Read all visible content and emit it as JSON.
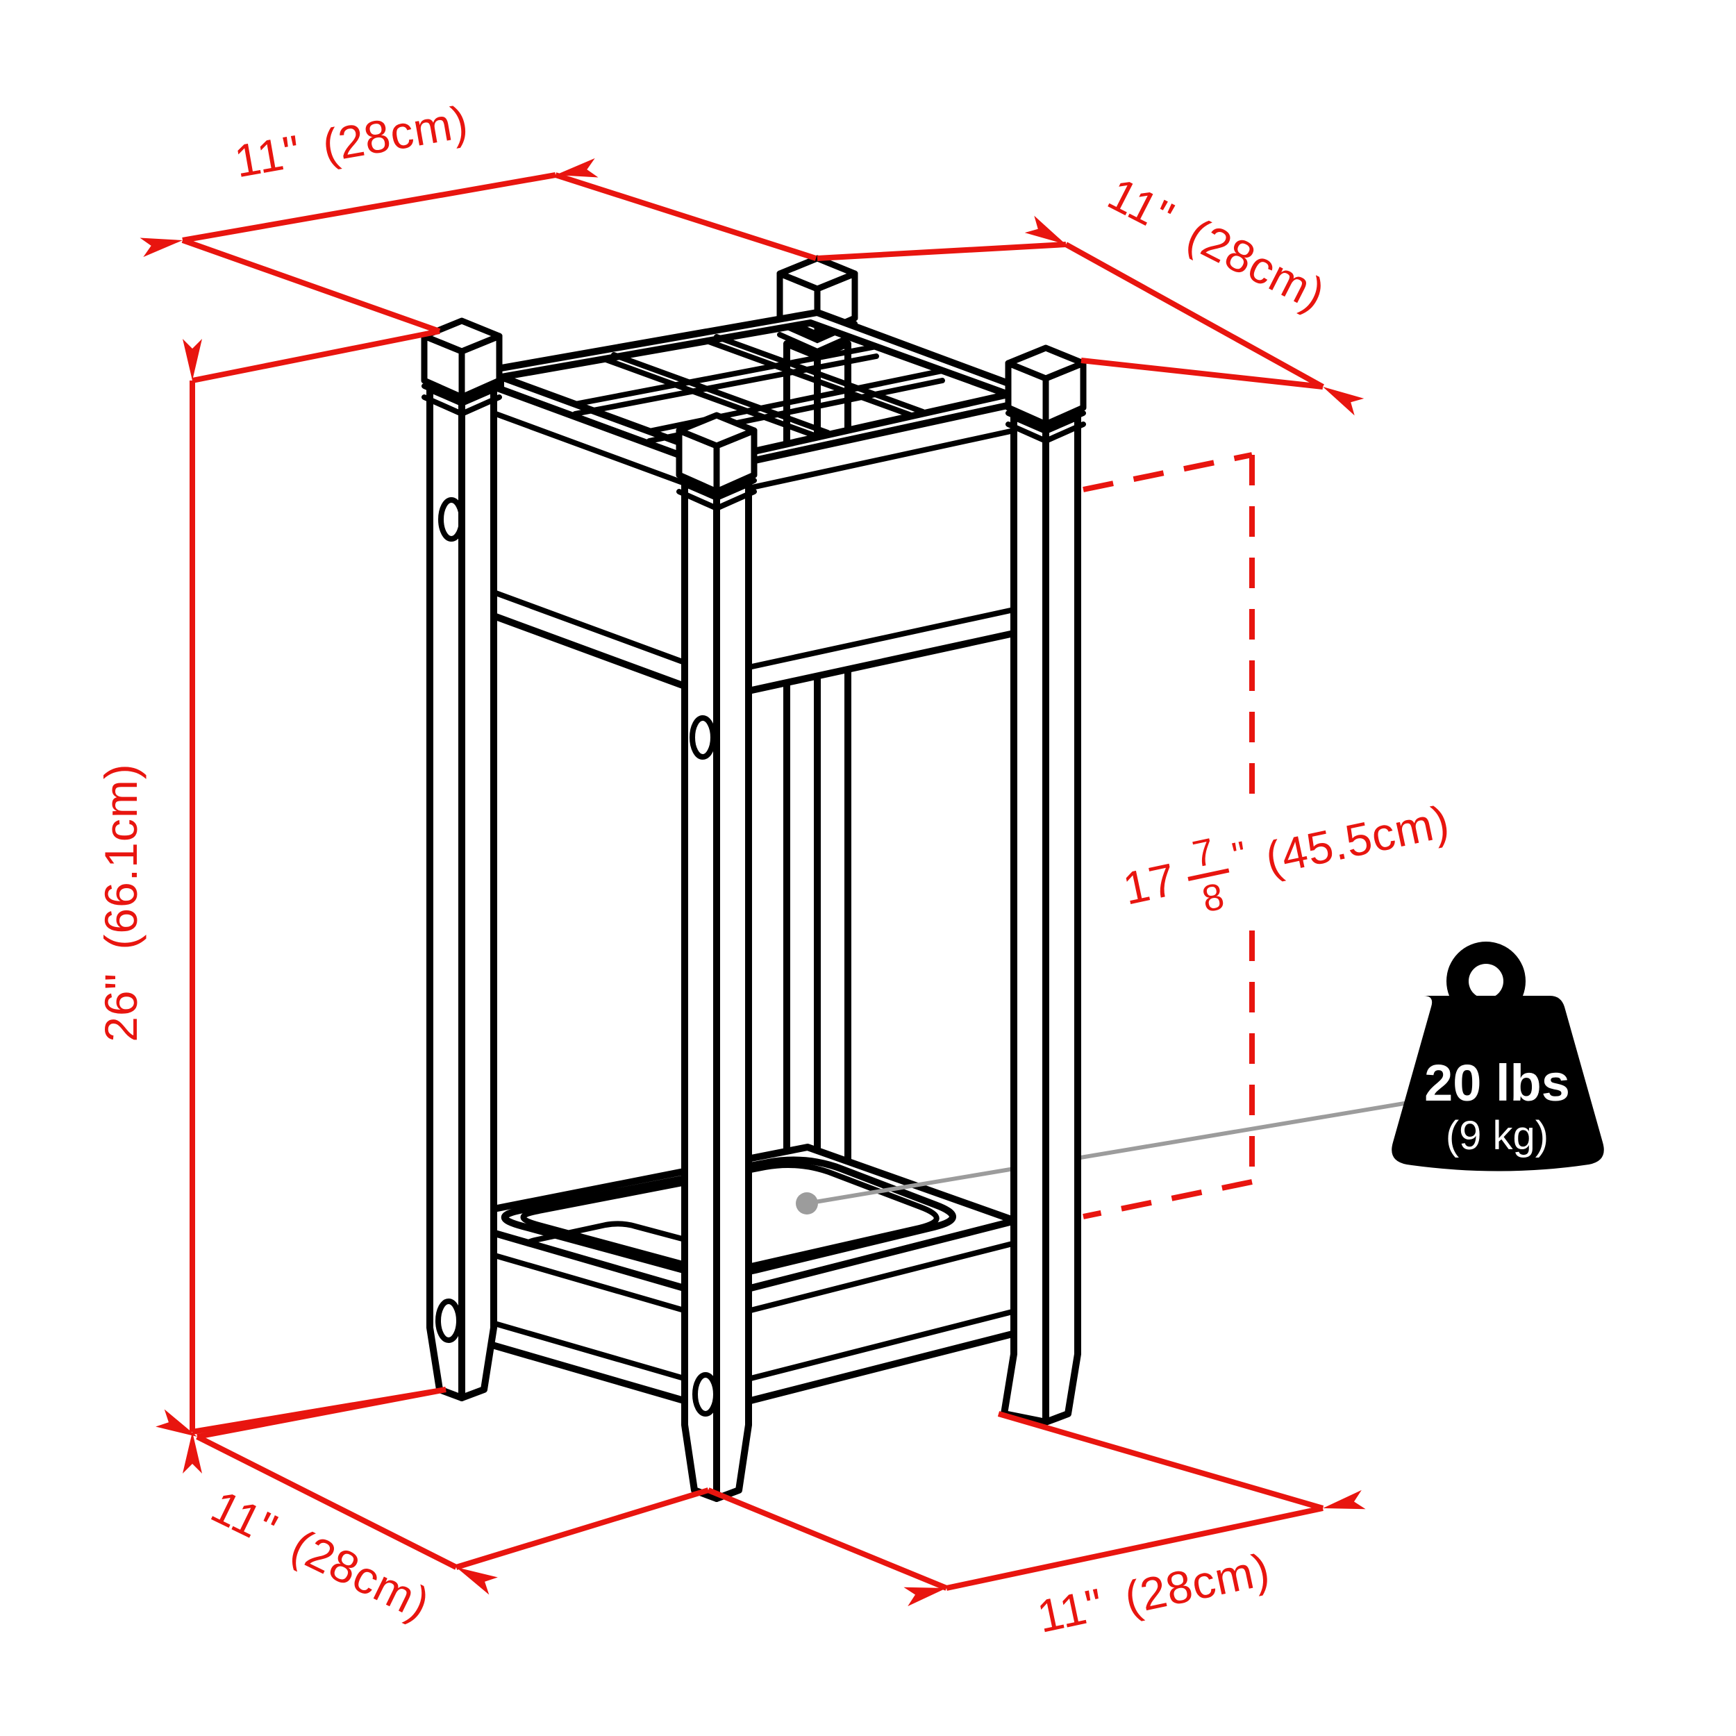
{
  "dims": {
    "top_left": {
      "label": "11\" (28cm)"
    },
    "top_right": {
      "label": "11\" (28cm)"
    },
    "height": {
      "label": "26\" (66.1cm)"
    },
    "bottom_left": {
      "label": "11\" (28cm)"
    },
    "bottom_right": {
      "label": "11\" (28cm)"
    },
    "inner_height": {
      "whole": "17",
      "numerator": "7",
      "denominator": "8",
      "unit": "\"",
      "metric": "(45.5cm)"
    }
  },
  "weight_badge": {
    "value": "20 lbs",
    "metric": "(9 kg)"
  },
  "colors": {
    "dimension": "#e8150f",
    "drawing": "#000000",
    "leader": "#9c9c9c",
    "weight_text": "#ffffff",
    "background": "#ffffff"
  }
}
